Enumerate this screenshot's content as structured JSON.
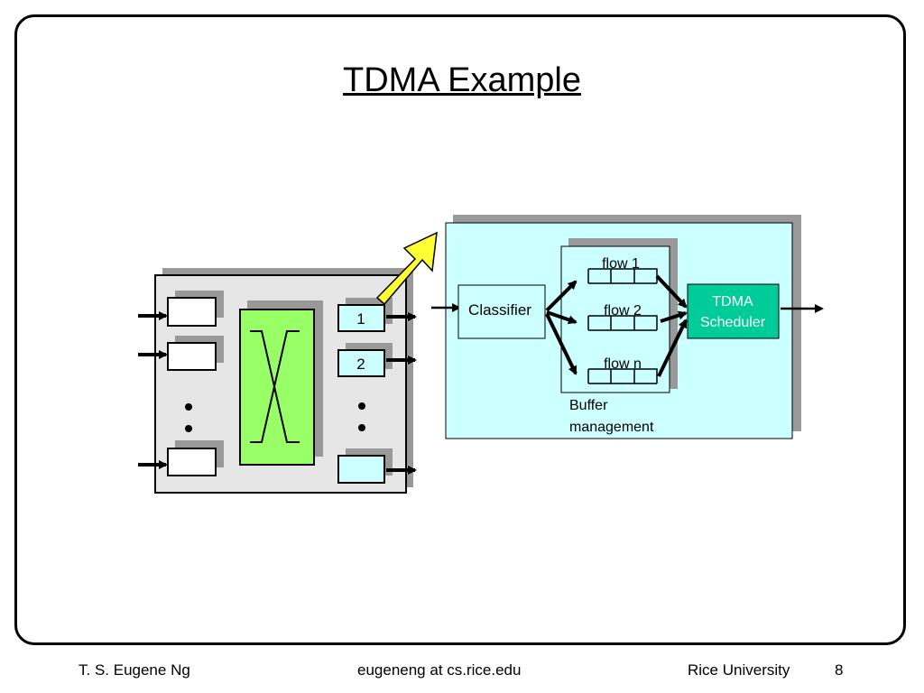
{
  "title": "TDMA Example",
  "diagram": {
    "output_ports": [
      "1",
      "2"
    ],
    "classifier": "Classifier",
    "flows": [
      "flow 1",
      "flow 2",
      "flow n"
    ],
    "scheduler": [
      "TDMA",
      "Scheduler"
    ],
    "buffer_label": [
      "Buffer",
      "management"
    ],
    "colors": {
      "panel_bg": "#ccffff",
      "switch_fabric": "#99ff66",
      "scheduler": "#00cc99",
      "highlight_arrow": "#ffff33",
      "shadow": "#999999",
      "router_bg": "#e6e6e6"
    }
  },
  "footer": {
    "author": "T. S. Eugene Ng",
    "email": "eugeneng at cs.rice.edu",
    "university": "Rice University",
    "page": "8"
  }
}
